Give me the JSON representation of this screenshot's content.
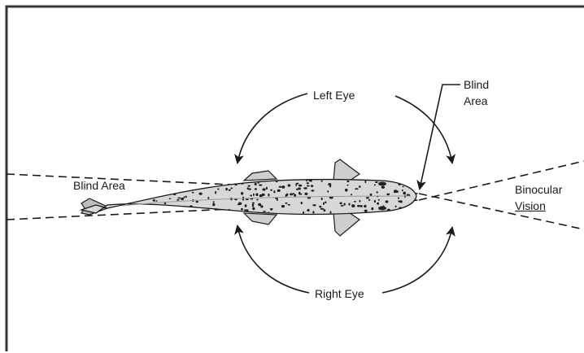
{
  "labels": {
    "left_eye": "Left Eye",
    "right_eye": "Right Eye",
    "blind_area_top_line1": "Blind",
    "blind_area_top_line2": "Area",
    "blind_area_rear": "Blind Area",
    "binocular_line1": "Binocular",
    "binocular_line2": "Vision"
  },
  "colors": {
    "line": "#1a1a1a",
    "fish_body": "#d8d8d8",
    "fish_spots": "#222222",
    "frame": "#333333"
  },
  "icons": {
    "fish": "spotted-shark-top-view"
  }
}
